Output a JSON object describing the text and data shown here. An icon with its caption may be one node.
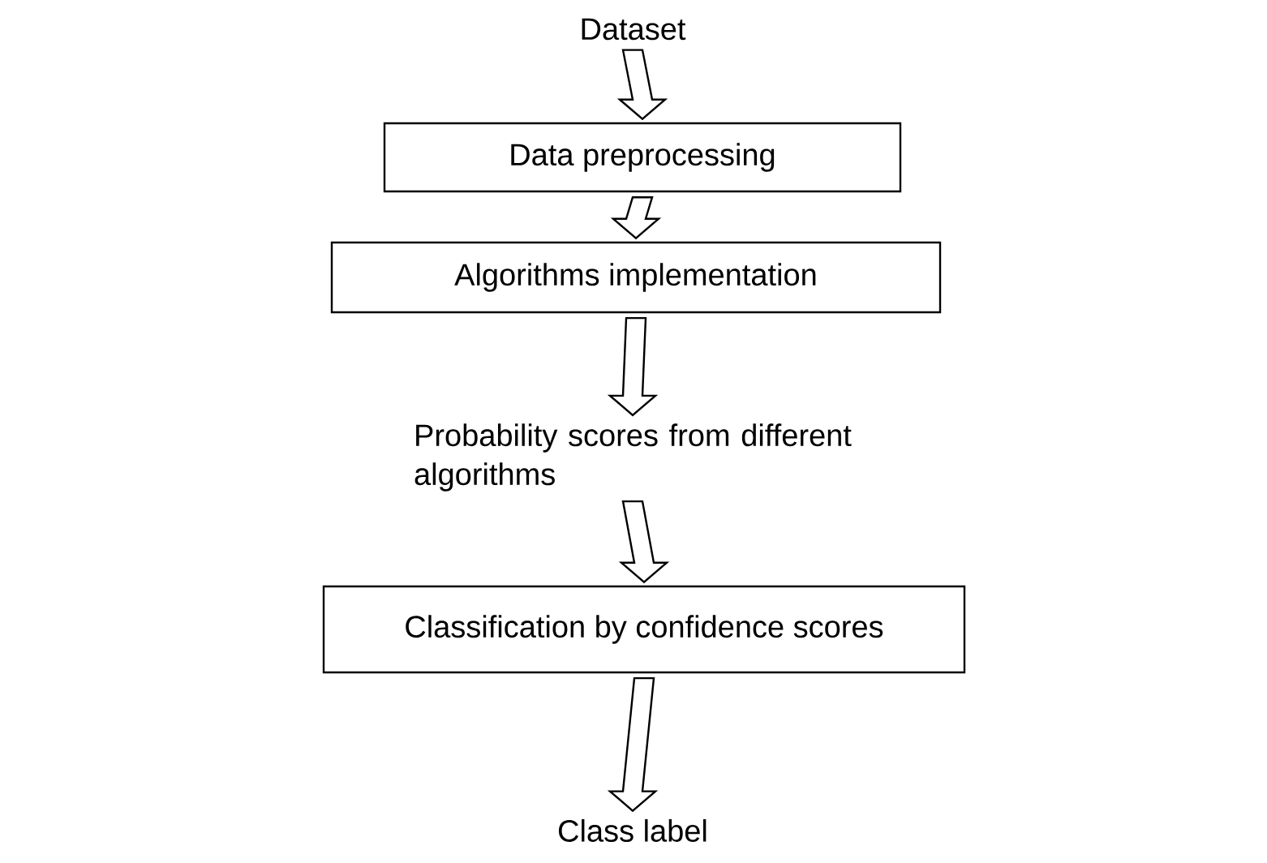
{
  "diagram": {
    "nodes": [
      {
        "text": [
          "Dataset"
        ]
      },
      {
        "text": [
          "Data preprocessing"
        ]
      },
      {
        "text": [
          "Algorithms implementation"
        ]
      },
      {
        "text": [
          "Probability scores from different algorithms"
        ]
      },
      {
        "text": [
          "Classification by confidence scores"
        ]
      },
      {
        "text": [
          "Class label"
        ]
      }
    ],
    "edges": [
      {
        "from": 0,
        "to": 1,
        "arrow": "to"
      },
      {
        "from": 1,
        "to": 2,
        "arrow": "to"
      },
      {
        "from": 2,
        "to": 3,
        "arrow": "to"
      },
      {
        "from": 3,
        "to": 4,
        "arrow": "to"
      },
      {
        "from": 4,
        "to": 5,
        "arrow": "to"
      }
    ]
  }
}
